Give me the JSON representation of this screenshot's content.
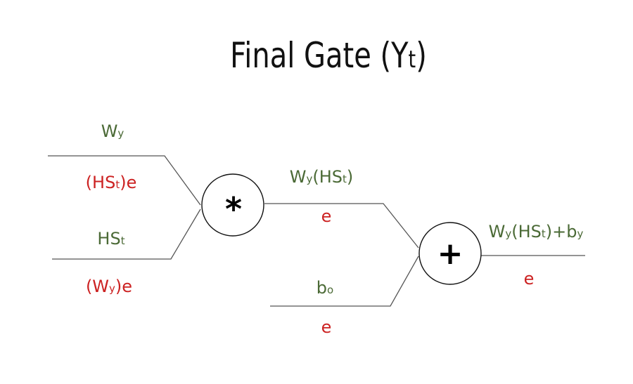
{
  "title": {
    "main": "Final Gate (Y",
    "sub": "t",
    "close": ")"
  },
  "colors": {
    "forward": "#4b6a36",
    "gradient": "#cc2222",
    "wire": "#555555",
    "node": "#111111"
  },
  "nodes": {
    "multiply": {
      "symbol": "*"
    },
    "add": {
      "symbol": "+"
    }
  },
  "labels": {
    "wy_in": {
      "base": "W",
      "sub": "y"
    },
    "grad_hst_e": {
      "pre": "(HS",
      "sub": "t",
      "post": ")e"
    },
    "hst_in": {
      "base": "HS",
      "sub": "t"
    },
    "grad_wy_e": {
      "pre": "(W",
      "sub": "y",
      "post": ")e"
    },
    "wy_hst": {
      "pre": "W",
      "sub1": "y",
      "mid": "(HS",
      "sub2": "t",
      "post": ")"
    },
    "grad_mid": "e",
    "bo_in": {
      "base": "b",
      "sub": "o"
    },
    "grad_bo": "e",
    "output": {
      "pre": "W",
      "sub1": "y",
      "mid": "(HS",
      "sub2": "t",
      "mid2": ")+b",
      "sub3": "y"
    },
    "grad_out": "e"
  }
}
